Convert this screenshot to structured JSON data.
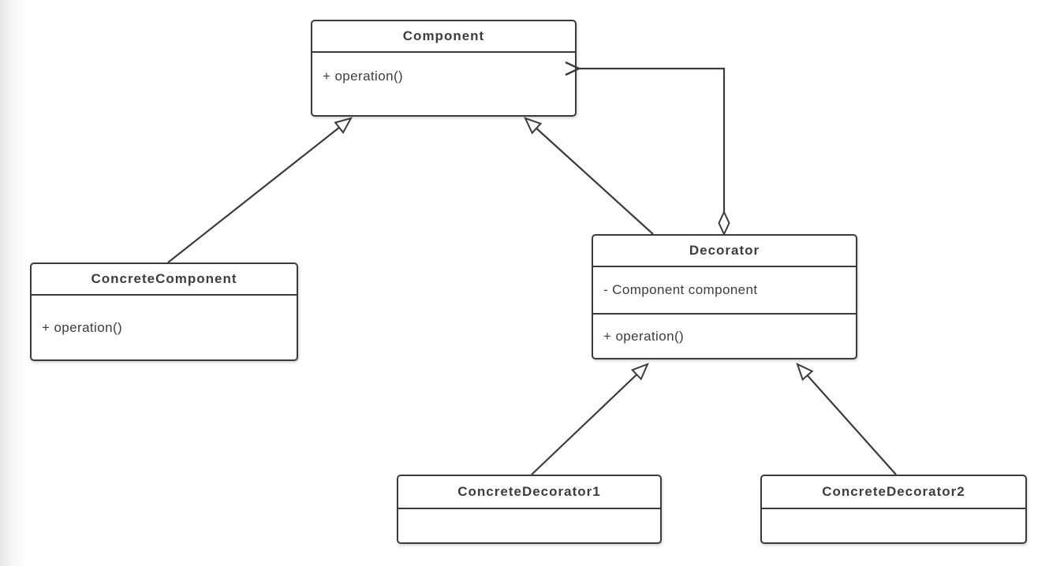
{
  "diagram": {
    "kind": "uml-class-diagram",
    "pattern": "Decorator",
    "classes": [
      {
        "id": "component",
        "name": "Component",
        "attributes": [],
        "methods": [
          "+ operation()"
        ]
      },
      {
        "id": "concrete-component",
        "name": "ConcreteComponent",
        "attributes": [],
        "methods": [
          "+ operation()"
        ]
      },
      {
        "id": "decorator",
        "name": "Decorator",
        "attributes": [
          "- Component component"
        ],
        "methods": [
          "+ operation()"
        ]
      },
      {
        "id": "concrete-decorator-1",
        "name": "ConcreteDecorator1",
        "attributes": [],
        "methods": []
      },
      {
        "id": "concrete-decorator-2",
        "name": "ConcreteDecorator2",
        "attributes": [],
        "methods": []
      }
    ],
    "relationships": [
      {
        "from": "ConcreteComponent",
        "to": "Component",
        "type": "generalization",
        "arrowhead": "hollow-triangle"
      },
      {
        "from": "Decorator",
        "to": "Component",
        "type": "generalization",
        "arrowhead": "hollow-triangle"
      },
      {
        "from": "Decorator",
        "to": "Component",
        "type": "aggregation",
        "arrowhead": "open-arrow",
        "tail": "hollow-diamond"
      },
      {
        "from": "ConcreteDecorator1",
        "to": "Decorator",
        "type": "generalization",
        "arrowhead": "hollow-triangle"
      },
      {
        "from": "ConcreteDecorator2",
        "to": "Decorator",
        "type": "generalization",
        "arrowhead": "hollow-triangle"
      }
    ],
    "colors": {
      "line": "#3b3b3b",
      "box_border": "#3b3b3b",
      "box_fill": "#ffffff",
      "text": "#3d3d3d",
      "background": "#ffffff",
      "page_edge": "#e8e8e8"
    }
  }
}
